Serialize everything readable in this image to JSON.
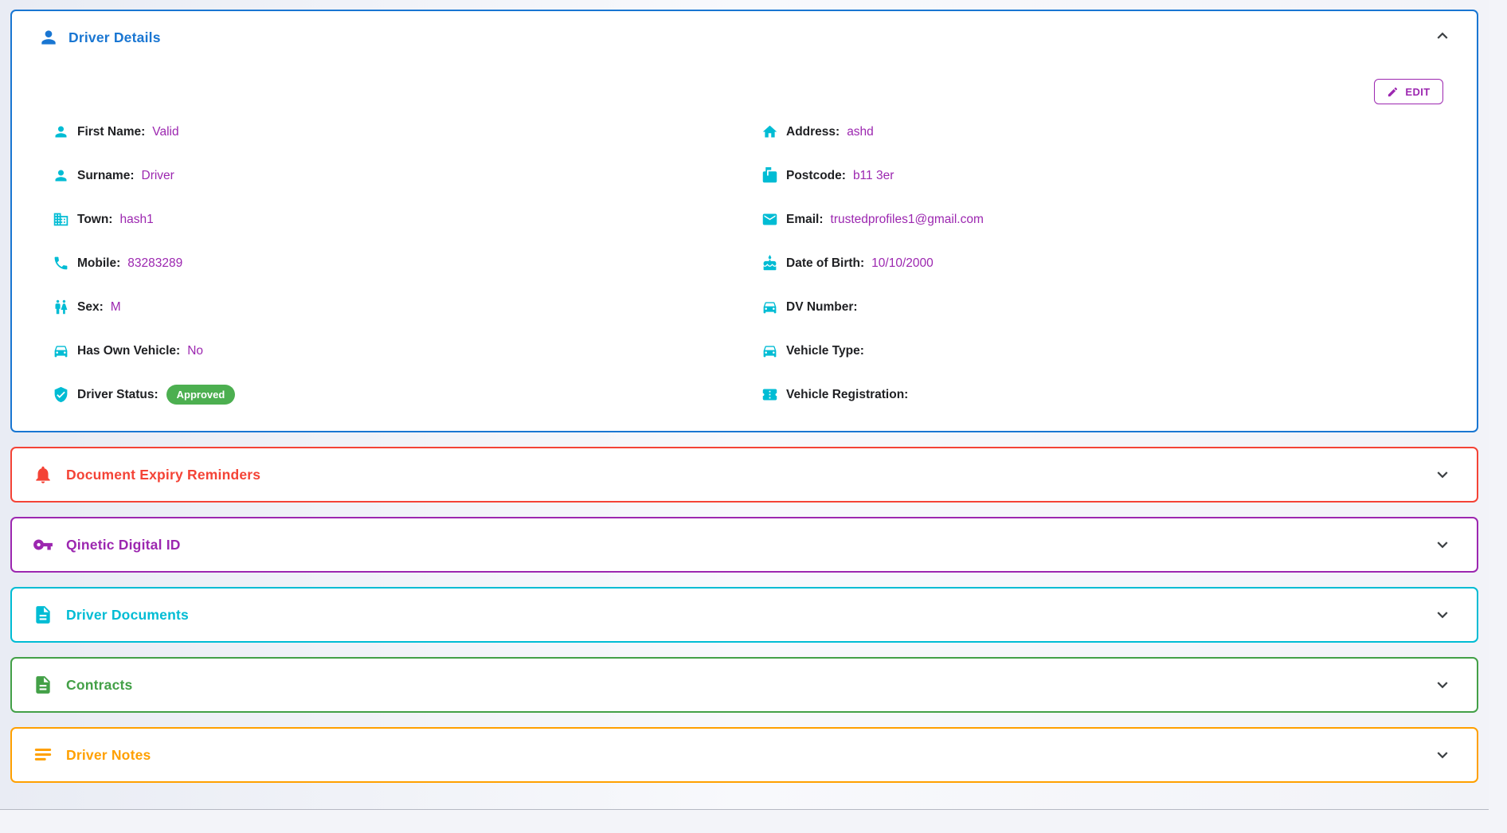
{
  "page": {
    "edit_label": "EDIT"
  },
  "colors": {
    "primary_blue": "#1976d2",
    "icon_cyan": "#00bcd4",
    "value_purple": "#9c27b0",
    "badge_green": "#4caf50",
    "label_dark": "#202124"
  },
  "driver_details": {
    "title": "Driver Details",
    "fields_left": [
      {
        "icon": "person",
        "label": "First Name:",
        "value": "Valid"
      },
      {
        "icon": "person",
        "label": "Surname:",
        "value": "Driver"
      },
      {
        "icon": "building",
        "label": "Town:",
        "value": "hash1"
      },
      {
        "icon": "phone",
        "label": "Mobile:",
        "value": "83283289"
      },
      {
        "icon": "people",
        "label": "Sex:",
        "value": "M"
      },
      {
        "icon": "car",
        "label": "Has Own Vehicle:",
        "value": "No"
      },
      {
        "icon": "shield-check",
        "label": "Driver Status:",
        "value": "",
        "badge": "Approved"
      }
    ],
    "fields_right": [
      {
        "icon": "home",
        "label": "Address:",
        "value": "ashd"
      },
      {
        "icon": "mailbox",
        "label": "Postcode:",
        "value": "b11 3er"
      },
      {
        "icon": "email",
        "label": "Email:",
        "value": "trustedprofiles1@gmail.com"
      },
      {
        "icon": "cake",
        "label": "Date of Birth:",
        "value": "10/10/2000"
      },
      {
        "icon": "car",
        "label": "DV Number:",
        "value": ""
      },
      {
        "icon": "car",
        "label": "Vehicle Type:",
        "value": ""
      },
      {
        "icon": "ticket",
        "label": "Vehicle Registration:",
        "value": ""
      }
    ]
  },
  "sections": [
    {
      "id": "document-expiry-reminders",
      "title": "Document Expiry Reminders",
      "icon": "bell",
      "color": "#f44336"
    },
    {
      "id": "qinetic-digital-id",
      "title": "Qinetic Digital ID",
      "icon": "key",
      "color": "#9c27b0"
    },
    {
      "id": "driver-documents",
      "title": "Driver Documents",
      "icon": "document",
      "color": "#00bcd4"
    },
    {
      "id": "contracts",
      "title": "Contracts",
      "icon": "document",
      "color": "#43a047"
    },
    {
      "id": "driver-notes",
      "title": "Driver Notes",
      "icon": "notes",
      "color": "#ffa000"
    }
  ]
}
